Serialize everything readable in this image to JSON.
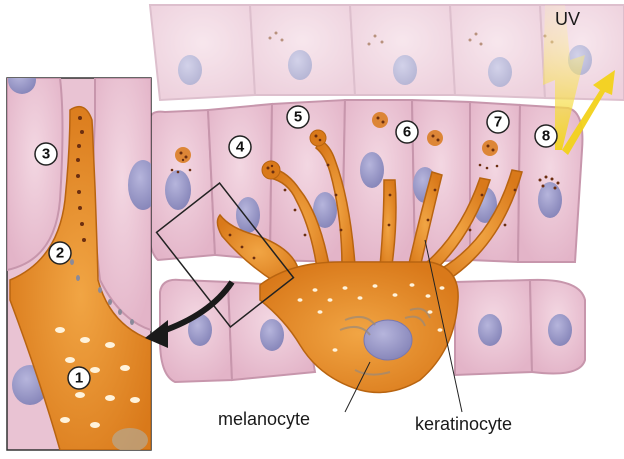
{
  "labels": {
    "uv": "UV",
    "melanocyte": "melanocyte",
    "keratinocyte": "keratinocyte"
  },
  "steps": [
    "1",
    "2",
    "3",
    "4",
    "5",
    "6",
    "7",
    "8"
  ],
  "colors": {
    "cell_fill": "#e9c3d3",
    "cell_edge": "#c796ac",
    "nucleus": "#9b9ac8",
    "melanocyte": "#e08a1e",
    "melanocyte_edge": "#b86410",
    "melanin": "#7a3a14",
    "uv_ray": "#f2d21a"
  }
}
